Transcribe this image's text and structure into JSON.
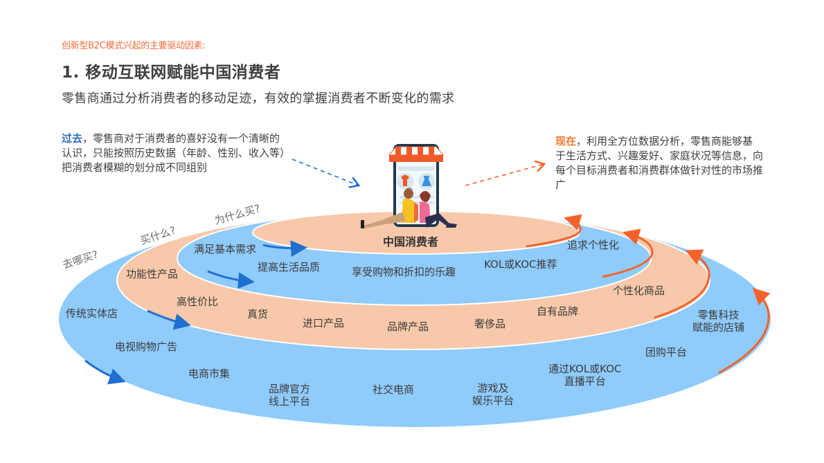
{
  "header": {
    "kicker": "创新型B2C模式兴起的主要驱动因素:",
    "title": "1. 移动互联网赋能中国消费者",
    "subtitle": "零售商通过分析消费者的移动足迹，有效的掌握消费者不断变化的需求"
  },
  "past": {
    "highlight": "过去",
    "text": "，零售商对于消费者的喜好没有一个清晰的认识，只能按照历史数据（年龄、性别、收入等）把消费者模糊的划分成不同组别"
  },
  "present": {
    "highlight": "现在",
    "text": "，利用全方位数据分析，零售商能够基于生活方式、兴趣爱好、家庭状况等信息，向每个目标消费者和消费群体做针对性的市场推广"
  },
  "questions": {
    "where": "去哪买?",
    "what": "买什么?",
    "why": "为什么买?"
  },
  "center": {
    "label": "中国消费者",
    "icon": "phone-store-couple-illustration"
  },
  "ring_why": {
    "items": [
      "满足基本需求",
      "提高生活品质",
      "享受购物和折扣的乐趣",
      "KOL或KOC推荐",
      "追求个性化"
    ]
  },
  "ring_what": {
    "items": [
      "功能性产品",
      "高性价比",
      "真货",
      "进口产品",
      "品牌产品",
      "奢侈品",
      "自有品牌",
      "个性化商品"
    ]
  },
  "ring_where": {
    "items": [
      "传统实体店",
      "电视购物广告",
      "电商市集",
      "品牌官方\n线上平台",
      "社交电商",
      "游戏及\n娱乐平台",
      "通过KOL或KOC\n直播平台",
      "团购平台",
      "零售科技\n赋能的店铺"
    ]
  },
  "colors": {
    "blue_ring": "#8fcbfb",
    "peach_ring": "#f7c9aa",
    "past_arrow": "#1f6fcf",
    "present_arrow": "#f4622c",
    "kicker": "#f06c3c"
  }
}
